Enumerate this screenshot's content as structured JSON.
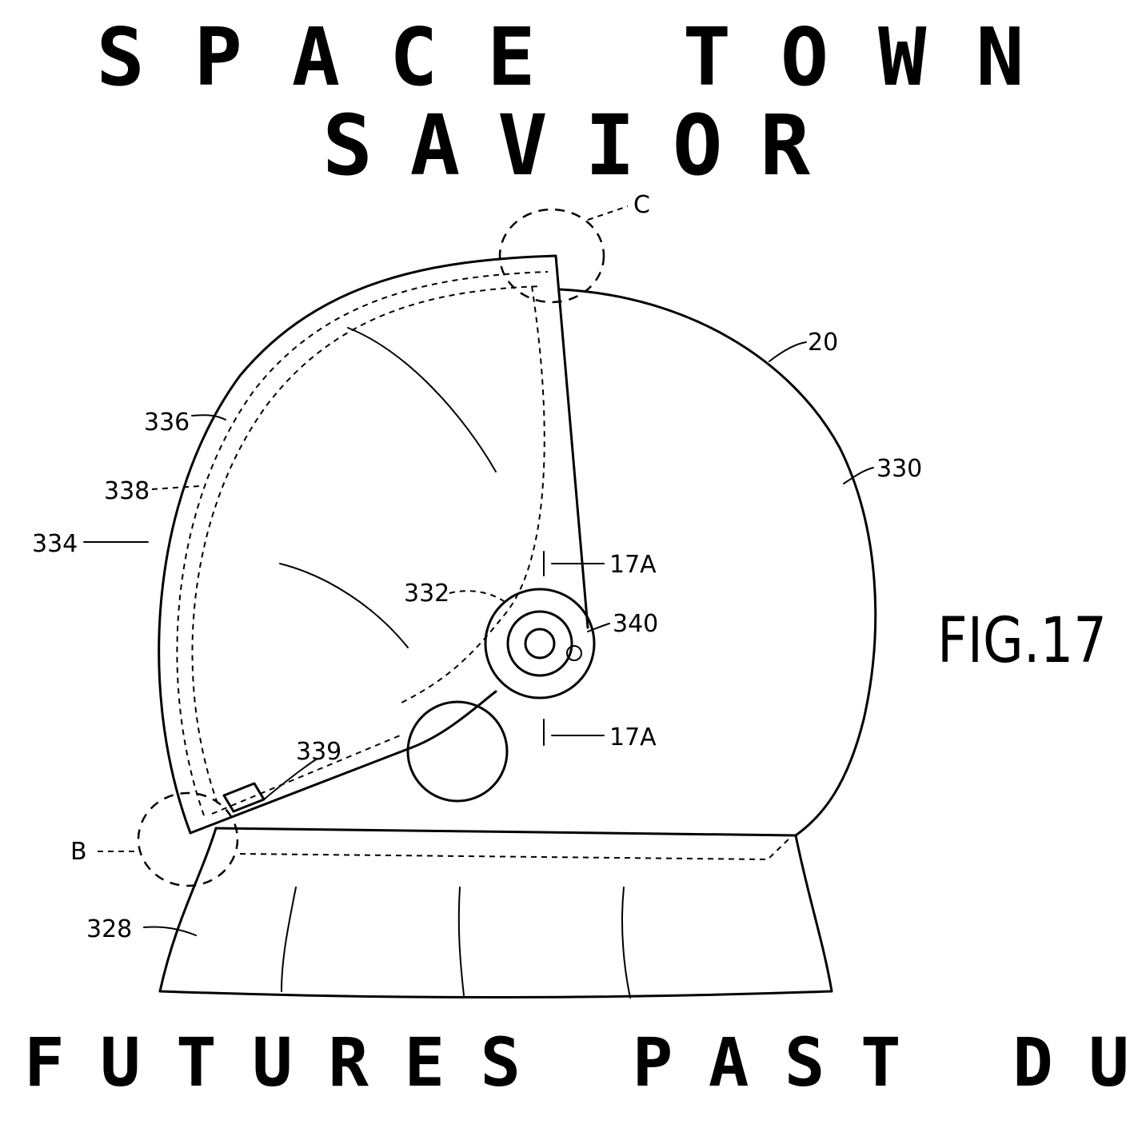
{
  "cover": {
    "title_line1": "SPACE TOWN",
    "title_line2": "SAVIOR",
    "subtitle": "FUTURES PAST DUE"
  },
  "figure": {
    "caption": "FIG.17",
    "labels": {
      "c": "C",
      "l20": "20",
      "l330": "330",
      "l336": "336",
      "l338": "338",
      "l334": "334",
      "l332": "332",
      "l17a_top": "17A",
      "l340": "340",
      "l17a_bottom": "17A",
      "l339": "339",
      "b": "B",
      "l328": "328"
    }
  },
  "colors": {
    "ink": "#000000",
    "paper": "#ffffff"
  }
}
